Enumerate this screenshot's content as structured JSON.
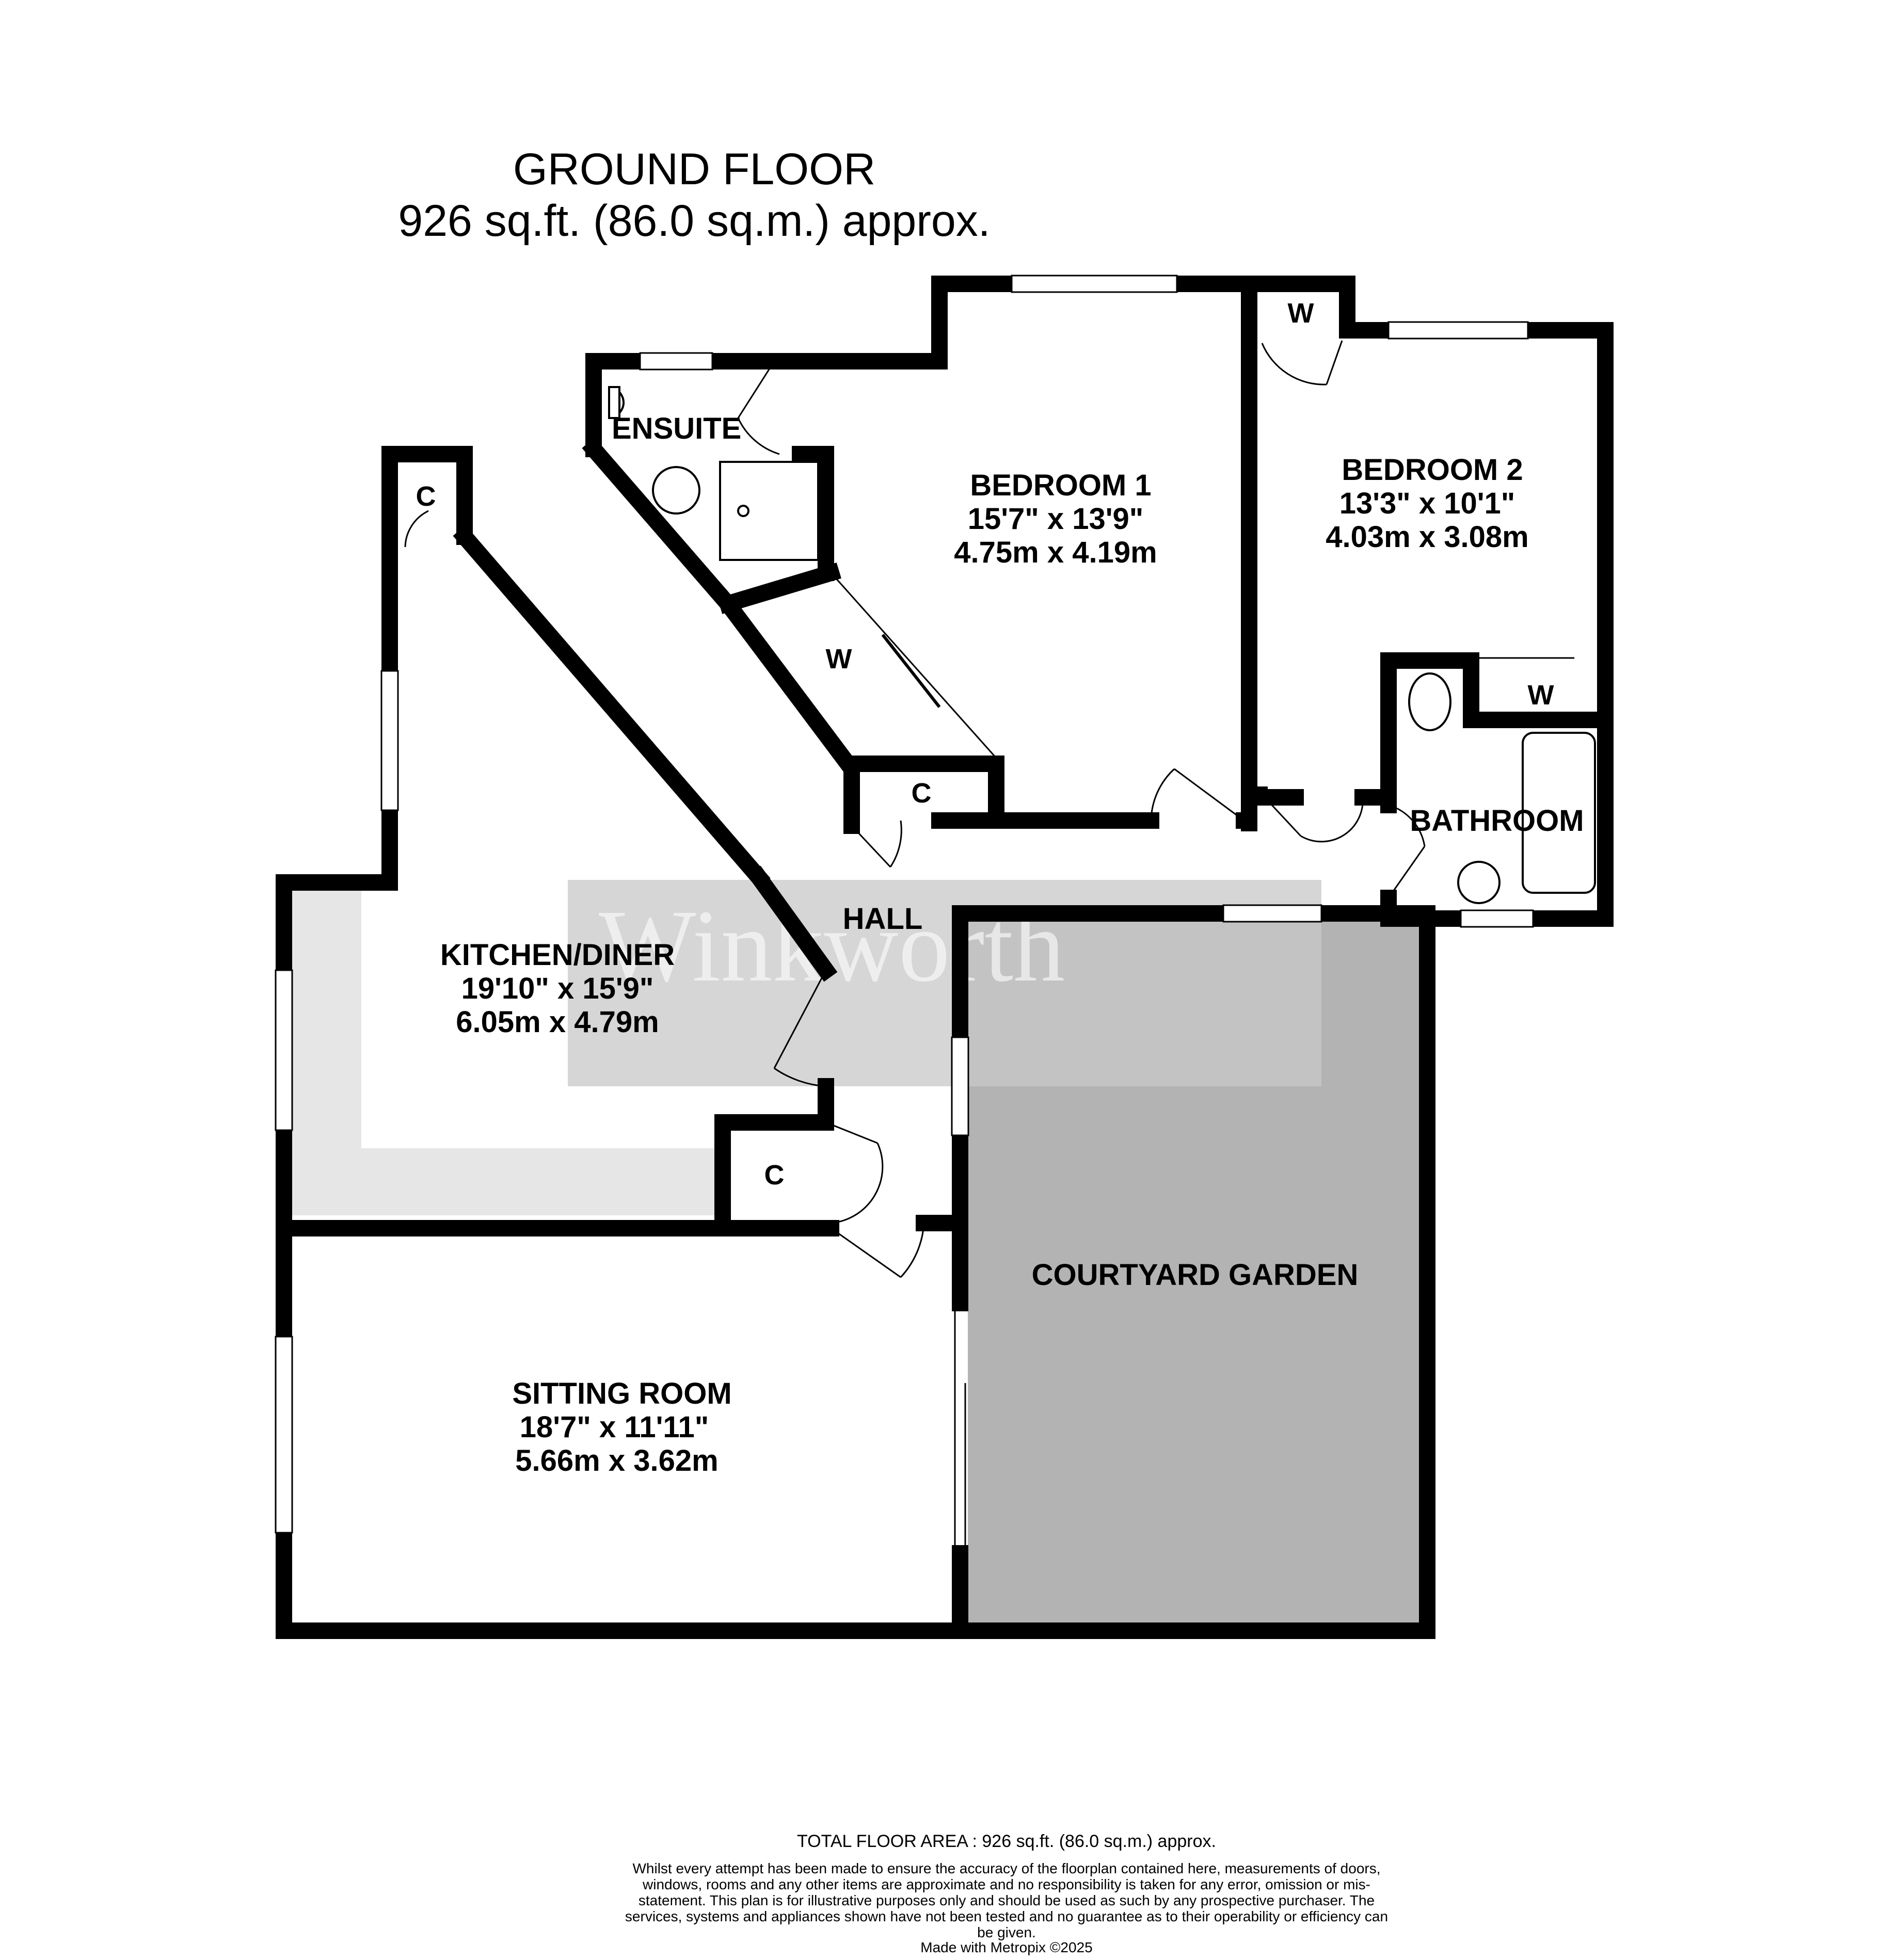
{
  "header": {
    "floor_name": "GROUND FLOOR",
    "floor_area": "926 sq.ft. (86.0 sq.m.) approx."
  },
  "watermark": "Winkworth",
  "rooms": {
    "ensuite": {
      "name": "ENSUITE"
    },
    "bedroom1": {
      "name": "BEDROOM 1",
      "imperial": "15'7\"  x 13'9\"",
      "metric": "4.75m  x 4.19m"
    },
    "bedroom2": {
      "name": "BEDROOM 2",
      "imperial": "13'3\"  x 10'1\"",
      "metric": "4.03m  x 3.08m"
    },
    "kitchen": {
      "name": "KITCHEN/DINER",
      "imperial": "19'10\"  x 15'9\"",
      "metric": "6.05m  x 4.79m"
    },
    "sitting": {
      "name": "SITTING ROOM",
      "imperial": "18'7\"  x 11'11\"",
      "metric": "5.66m  x 3.62m"
    },
    "hall": {
      "name": "HALL"
    },
    "bathroom": {
      "name": "BATHROOM"
    },
    "courtyard": {
      "name": "COURTYARD GARDEN"
    }
  },
  "storage_labels": {
    "kitchen_cupboard": "C",
    "bed1_wardrobe": "W",
    "hall_cupboard": "C",
    "bed2_wardrobe_top": "W",
    "bed2_wardrobe_side": "W",
    "hall_cupboard_lower": "C"
  },
  "colors": {
    "wall": "#000000",
    "courtyard_fill": "#b3b3b3",
    "kitchen_worktop": "#e6e6e6",
    "watermark_box": "#c8c8c8"
  },
  "footer": {
    "total_area": "TOTAL FLOOR AREA : 926 sq.ft. (86.0 sq.m.) approx.",
    "disclaimer": "Whilst every attempt has been made to ensure the accuracy of the floorplan contained here, measurements of doors, windows, rooms and any other items are approximate and no responsibility is taken for any error, omission or mis-statement. This plan is for illustrative purposes only and should be used as such by any prospective purchaser. The services, systems and appliances shown have not been tested and no guarantee as to their operability or efficiency can be given.",
    "made_with": "Made with Metropix ©2025"
  }
}
